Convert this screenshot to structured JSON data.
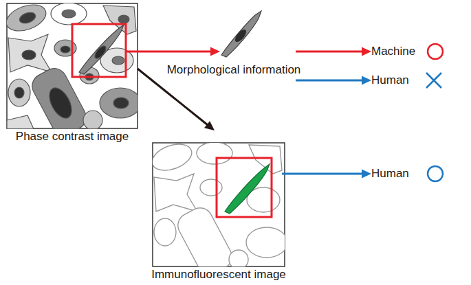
{
  "diagram": {
    "nodes": [
      {
        "text": [
          "Phase contrast image"
        ]
      },
      {
        "text": [
          "Morphological information"
        ]
      },
      {
        "text": [
          "Immunofluorescent image"
        ]
      },
      {
        "text": [
          "Machine"
        ]
      },
      {
        "text": [
          "Human"
        ]
      },
      {
        "text": [
          "Human"
        ]
      }
    ],
    "edges": [
      {
        "from": 0,
        "to": 1,
        "arrow": "to"
      },
      {
        "from": 1,
        "to": 3,
        "arrow": "to"
      },
      {
        "from": 1,
        "to": 4,
        "arrow": "to"
      },
      {
        "from": 0,
        "to": 2,
        "arrow": "to"
      },
      {
        "from": 2,
        "to": 5,
        "arrow": "to"
      }
    ]
  }
}
